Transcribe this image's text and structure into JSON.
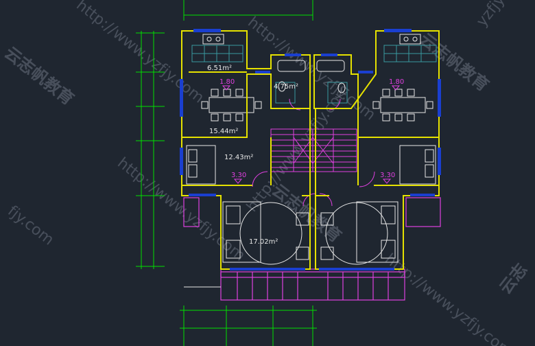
{
  "rooms": [
    {
      "key": "kitchen",
      "area": "6.51m²"
    },
    {
      "key": "bath",
      "area": "4.75m²"
    },
    {
      "key": "dining",
      "area": "15.44m²"
    },
    {
      "key": "bedroom_left",
      "area": "12.43m²"
    },
    {
      "key": "bedroom_main",
      "area": "17.02m²"
    }
  ],
  "elevations": {
    "kitchen_left": "1.80",
    "kitchen_right": "1.80",
    "bedroom_left": "3.30",
    "bedroom_right": "3.30"
  },
  "watermarks": {
    "url": "http://www.yzfjy.com",
    "brand_cn": "云志帆教育",
    "tile_a": "yzfjy",
    "tile_b": "fjy.com",
    "tile_c": "云志"
  },
  "colors": {
    "background": "#1f2630",
    "walls": "#e6e200",
    "dimension": "#00e000",
    "magenta": "#e040e0",
    "blue": "#1a3fd0",
    "fixtures": "#e8e8e8"
  }
}
